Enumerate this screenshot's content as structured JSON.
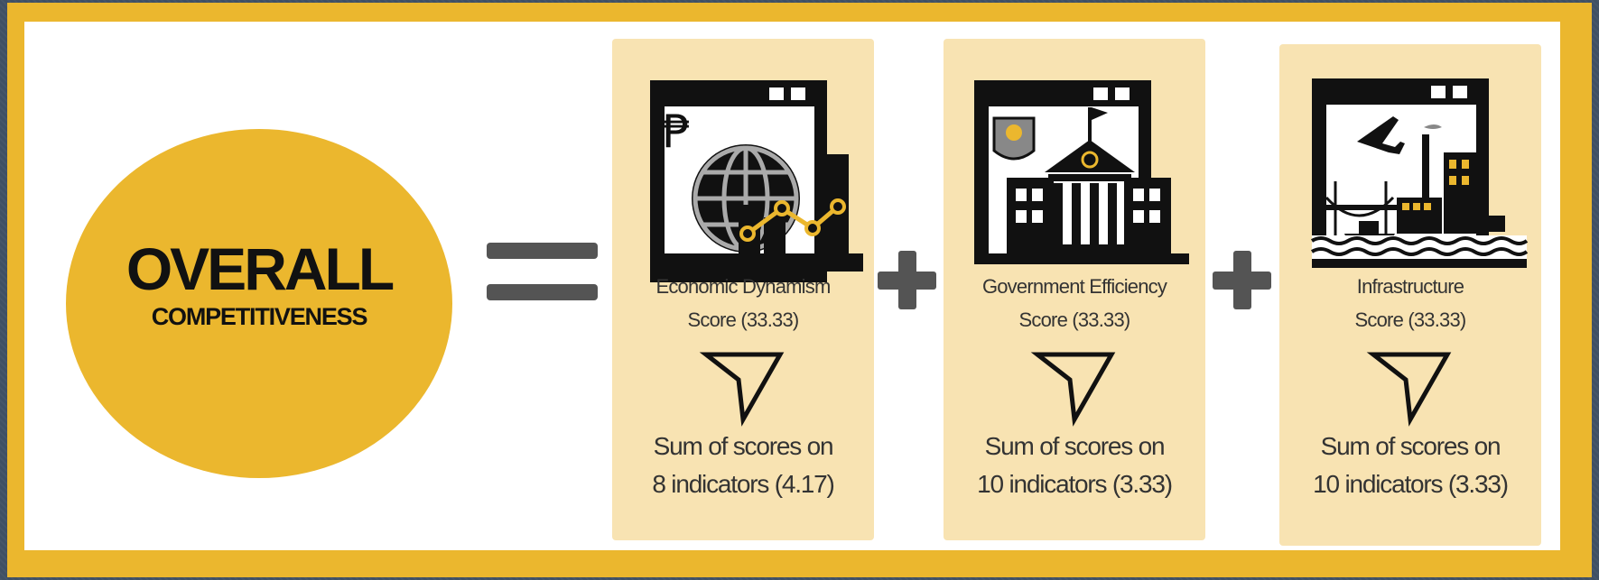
{
  "title_main": "OVERALL",
  "title_sub": "COMPETITIVENESS",
  "pillars": [
    {
      "name": "Economic Dynamism",
      "score_label": "Score (33.33)",
      "sum_line1": "Sum of scores on",
      "sum_line2": "8 indicators (4.17)",
      "icon": "economy-globe-chart-icon"
    },
    {
      "name": "Government Efficiency",
      "score_label": "Score (33.33)",
      "sum_line1": "Sum of scores on",
      "sum_line2": "10 indicators (3.33)",
      "icon": "government-building-icon"
    },
    {
      "name": "Infrastructure",
      "score_label": "Score (33.33)",
      "sum_line1": "Sum of scores on",
      "sum_line2": "10 indicators (3.33)",
      "icon": "infrastructure-port-icon"
    }
  ],
  "colors": {
    "accent": "#ebb72e",
    "card": "#f8e3b2",
    "background": "#3f5064",
    "operator": "#545454",
    "text": "#333333"
  }
}
